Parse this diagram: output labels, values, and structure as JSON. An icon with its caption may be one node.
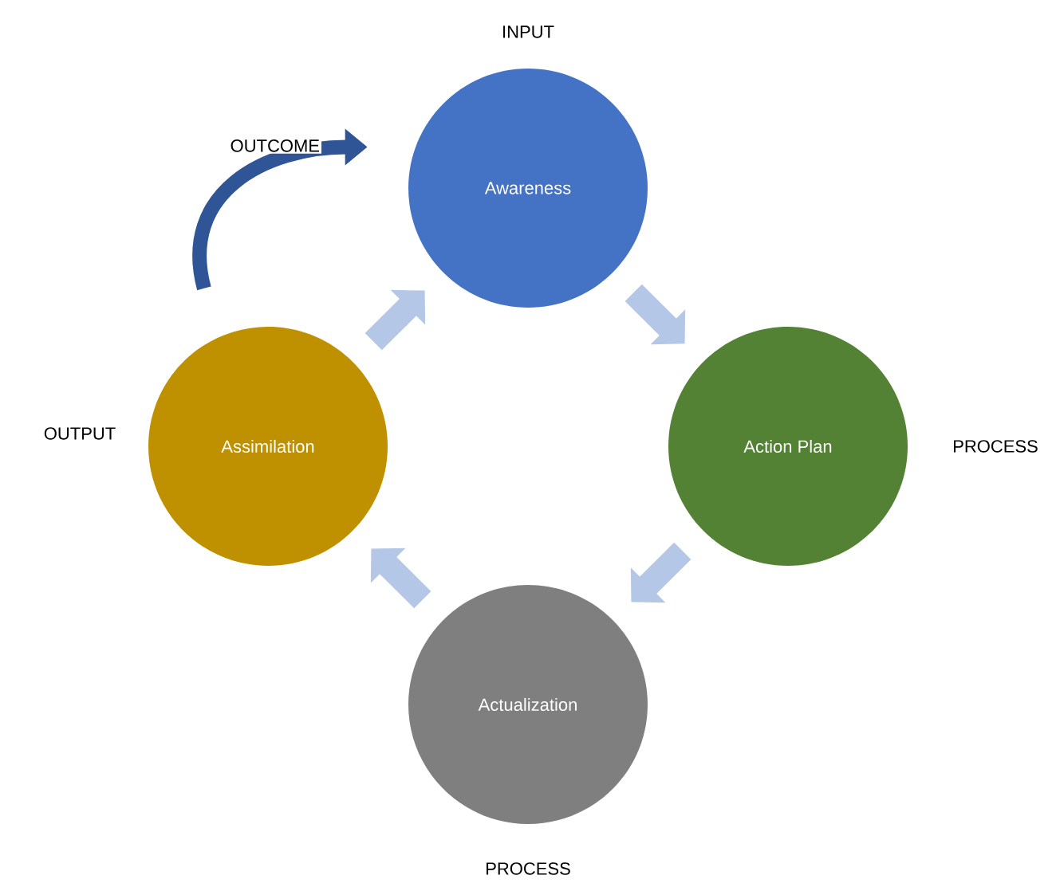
{
  "diagram": {
    "nodes": [
      {
        "text": [
          "Awareness"
        ],
        "beside": [
          "INPUT"
        ]
      },
      {
        "text": [
          "Action Plan"
        ],
        "beside": [
          "PROCESS"
        ]
      },
      {
        "text": [
          "Actualization"
        ],
        "beside": [
          "PROCESS"
        ]
      },
      {
        "text": [
          "Assimilation"
        ],
        "beside": [
          "OUTPUT"
        ]
      }
    ],
    "edges": [
      {
        "from": 0,
        "to": 1,
        "arrow": "to"
      },
      {
        "from": 1,
        "to": 2,
        "arrow": "to"
      },
      {
        "from": 2,
        "to": 3,
        "arrow": "to"
      },
      {
        "from": 3,
        "to": 0,
        "arrow": "to"
      },
      {
        "from": 3,
        "to": 0,
        "arrow": "to",
        "label": "OUTCOME",
        "color": "#2f5597"
      }
    ]
  }
}
